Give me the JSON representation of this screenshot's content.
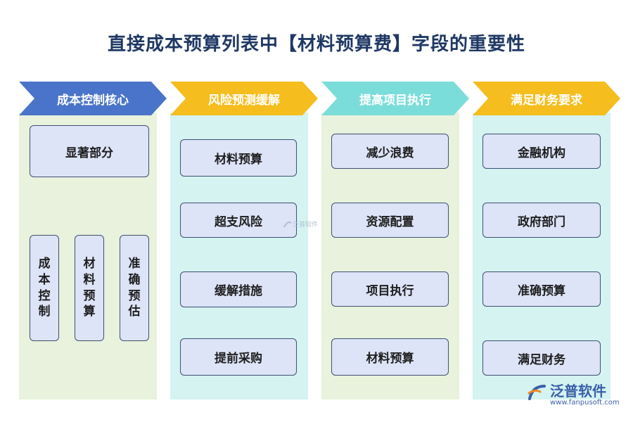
{
  "title": "直接成本预算列表中【材料预算费】字段的重要性",
  "columns": [
    {
      "header": "成本控制核心",
      "top_box": "显著部分",
      "sub_boxes": [
        "成本控制",
        "材料预算",
        "准确预估"
      ]
    },
    {
      "header": "风险预测缓解",
      "boxes": [
        "材料预算",
        "超支风险",
        "缓解措施",
        "提前采购"
      ]
    },
    {
      "header": "提高项目执行",
      "boxes": [
        "减少浪费",
        "资源配置",
        "项目执行",
        "材料预算"
      ]
    },
    {
      "header": "满足财务要求",
      "boxes": [
        "金融机构",
        "政府部门",
        "准确预算",
        "满足财务"
      ]
    }
  ],
  "watermark": "泛普软件",
  "logo": {
    "name": "泛普软件",
    "url": "www.fanpusoft.com",
    "icon": "fanpu-logo-icon"
  },
  "colors": {
    "title": "#1f3864",
    "header_blue": "#4a74c9",
    "header_yellow": "#f5bd1d",
    "header_teal": "#7bddd9",
    "bg_green": "#e8f2dc",
    "bg_cyan": "#d4f3f1",
    "box_fill": "#dde4f7",
    "box_border": "#3f4f73"
  }
}
